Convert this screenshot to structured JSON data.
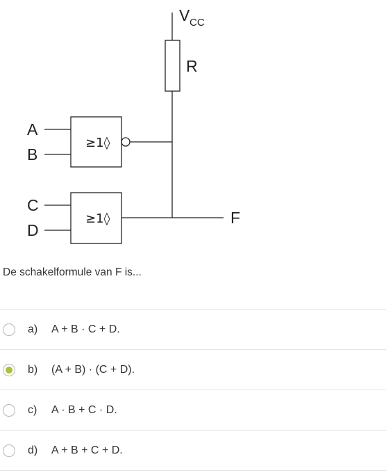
{
  "diagram": {
    "supply_label": "V",
    "supply_subscript": "CC",
    "resistor_label": "R",
    "inputs": [
      "A",
      "B",
      "C",
      "D"
    ],
    "output_label": "F",
    "gate_symbol": "≥1◊"
  },
  "question": "De schakelformule van F is...",
  "options": [
    {
      "letter": "a)",
      "text": "A + B · C + D.",
      "selected": false
    },
    {
      "letter": "b)",
      "text": "(A + B) · (C + D).",
      "selected": true
    },
    {
      "letter": "c)",
      "text": "A · B + C · D.",
      "selected": false
    },
    {
      "letter": "d)",
      "text": "A + B + C + D.",
      "selected": false
    }
  ],
  "colors": {
    "selected_radio": "#a8c43a",
    "divider": "#e4e4e4"
  }
}
